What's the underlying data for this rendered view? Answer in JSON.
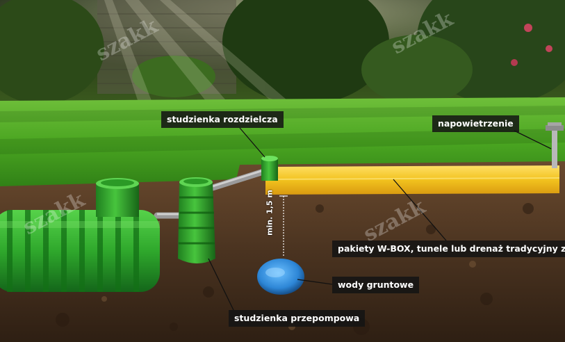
{
  "labels": {
    "distribution_well": "studzienka rozdzielcza",
    "aeration": "napowietrzenie",
    "packages": "pakiety W-BOX, tunele lub drenaż tradycyjny z",
    "groundwater": "wody gruntowe",
    "pump_well": "studzienka przepompowa",
    "depth": "min. 1,5 m"
  },
  "watermark": "szakk",
  "colors": {
    "tank_green": "#2fa82c",
    "tank_dark": "#1b7a1b",
    "gravel_yellow": "#f2c21e",
    "water_blue": "#2d86d6",
    "soil_brown": "#4a3320",
    "grass_green": "#3f9a20",
    "label_bg": "#141414",
    "pipe_grey": "#a8a8a8"
  }
}
